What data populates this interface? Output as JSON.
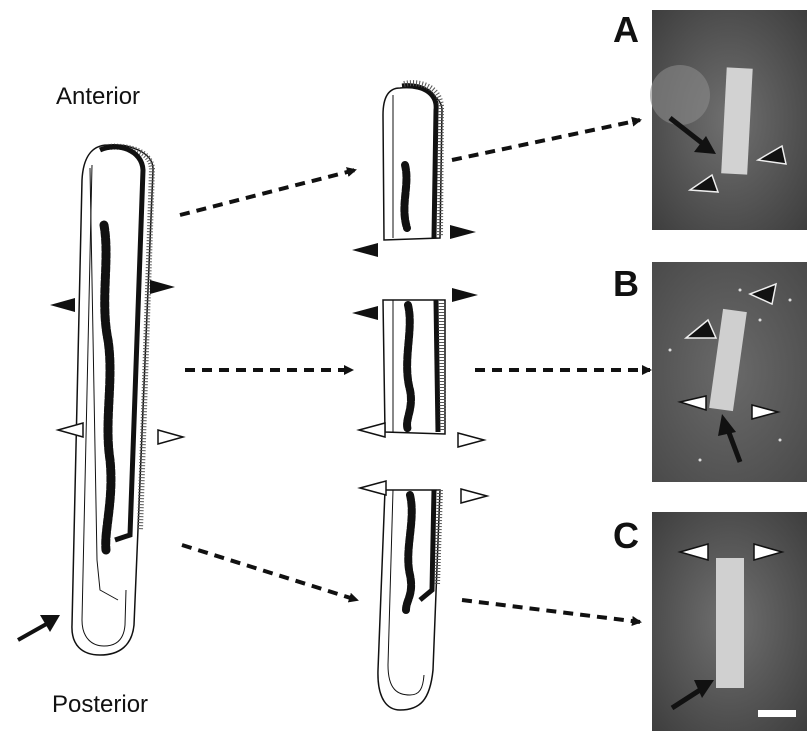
{
  "labels": {
    "anterior": "Anterior",
    "posterior": "Posterior"
  },
  "panels": [
    {
      "letter": "A"
    },
    {
      "letter": "B"
    },
    {
      "letter": "C"
    }
  ],
  "colors": {
    "outline": "#111111",
    "micrograph_bg": "#5a5a5a",
    "specimen": "#d2d2d2",
    "open_arrowhead_fill": "#ffffff"
  },
  "icons": {
    "filled_arrowhead": "filled-triangle-marker",
    "open_arrowhead": "open-triangle-marker",
    "arrow": "solid-arrow",
    "dashed_arrow": "dashed-arrow",
    "scale_bar": "white-scale-bar"
  }
}
